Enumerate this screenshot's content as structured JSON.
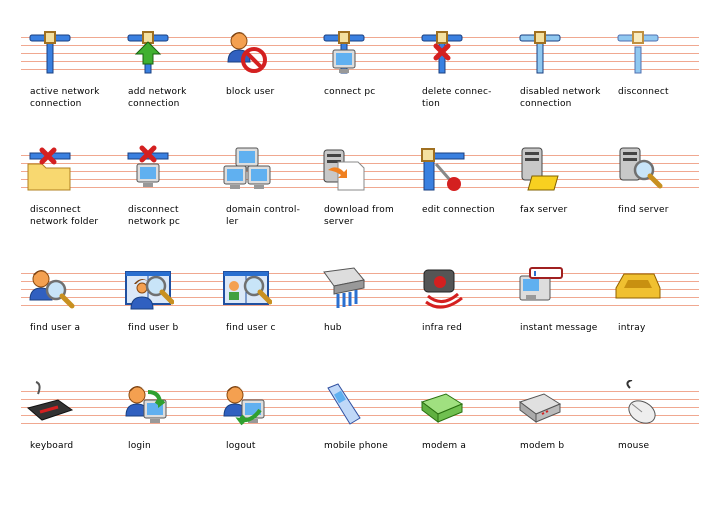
{
  "accent_colors": {
    "rule": "#f0a890",
    "network_blue": "#2a6fd0",
    "red": "#d42020",
    "green": "#3aa830"
  },
  "icons": [
    {
      "label_lines": [
        "active network",
        "connection"
      ],
      "icon": "network-active-icon"
    },
    {
      "label_lines": [
        "add network",
        "connection"
      ],
      "icon": "network-add-icon"
    },
    {
      "label_lines": [
        "block user"
      ],
      "icon": "block-user-icon"
    },
    {
      "label_lines": [
        "connect pc"
      ],
      "icon": "connect-pc-icon"
    },
    {
      "label_lines": [
        "delete connec-",
        "tion"
      ],
      "icon": "delete-connection-icon"
    },
    {
      "label_lines": [
        "disabled network",
        "connection"
      ],
      "icon": "network-disabled-icon"
    },
    {
      "label_lines": [
        "disconnect"
      ],
      "icon": "disconnect-icon"
    },
    {
      "label_lines": [
        "disconnect",
        "network folder"
      ],
      "icon": "disconnect-folder-icon"
    },
    {
      "label_lines": [
        "disconnect",
        "network pc"
      ],
      "icon": "disconnect-pc-icon"
    },
    {
      "label_lines": [
        "domain control-",
        "ler"
      ],
      "icon": "domain-controller-icon"
    },
    {
      "label_lines": [
        "download from",
        "server"
      ],
      "icon": "download-server-icon"
    },
    {
      "label_lines": [
        "edit connection"
      ],
      "icon": "edit-connection-icon"
    },
    {
      "label_lines": [
        "fax server"
      ],
      "icon": "fax-server-icon"
    },
    {
      "label_lines": [
        "find server"
      ],
      "icon": "find-server-icon"
    },
    {
      "label_lines": [
        "find user a"
      ],
      "icon": "find-user-a-icon"
    },
    {
      "label_lines": [
        "find user b"
      ],
      "icon": "find-user-b-icon"
    },
    {
      "label_lines": [
        "find user c"
      ],
      "icon": "find-user-c-icon"
    },
    {
      "label_lines": [
        "hub"
      ],
      "icon": "hub-icon"
    },
    {
      "label_lines": [
        "infra red"
      ],
      "icon": "infra-red-icon"
    },
    {
      "label_lines": [
        "instant message"
      ],
      "icon": "instant-message-icon"
    },
    {
      "label_lines": [
        "intray"
      ],
      "icon": "intray-icon"
    },
    {
      "label_lines": [
        "keyboard"
      ],
      "icon": "keyboard-icon"
    },
    {
      "label_lines": [
        "login"
      ],
      "icon": "login-icon"
    },
    {
      "label_lines": [
        "logout"
      ],
      "icon": "logout-icon"
    },
    {
      "label_lines": [
        "mobile phone"
      ],
      "icon": "mobile-phone-icon"
    },
    {
      "label_lines": [
        "modem a"
      ],
      "icon": "modem-a-icon"
    },
    {
      "label_lines": [
        "modem b"
      ],
      "icon": "modem-b-icon"
    },
    {
      "label_lines": [
        "mouse"
      ],
      "icon": "mouse-icon"
    }
  ]
}
